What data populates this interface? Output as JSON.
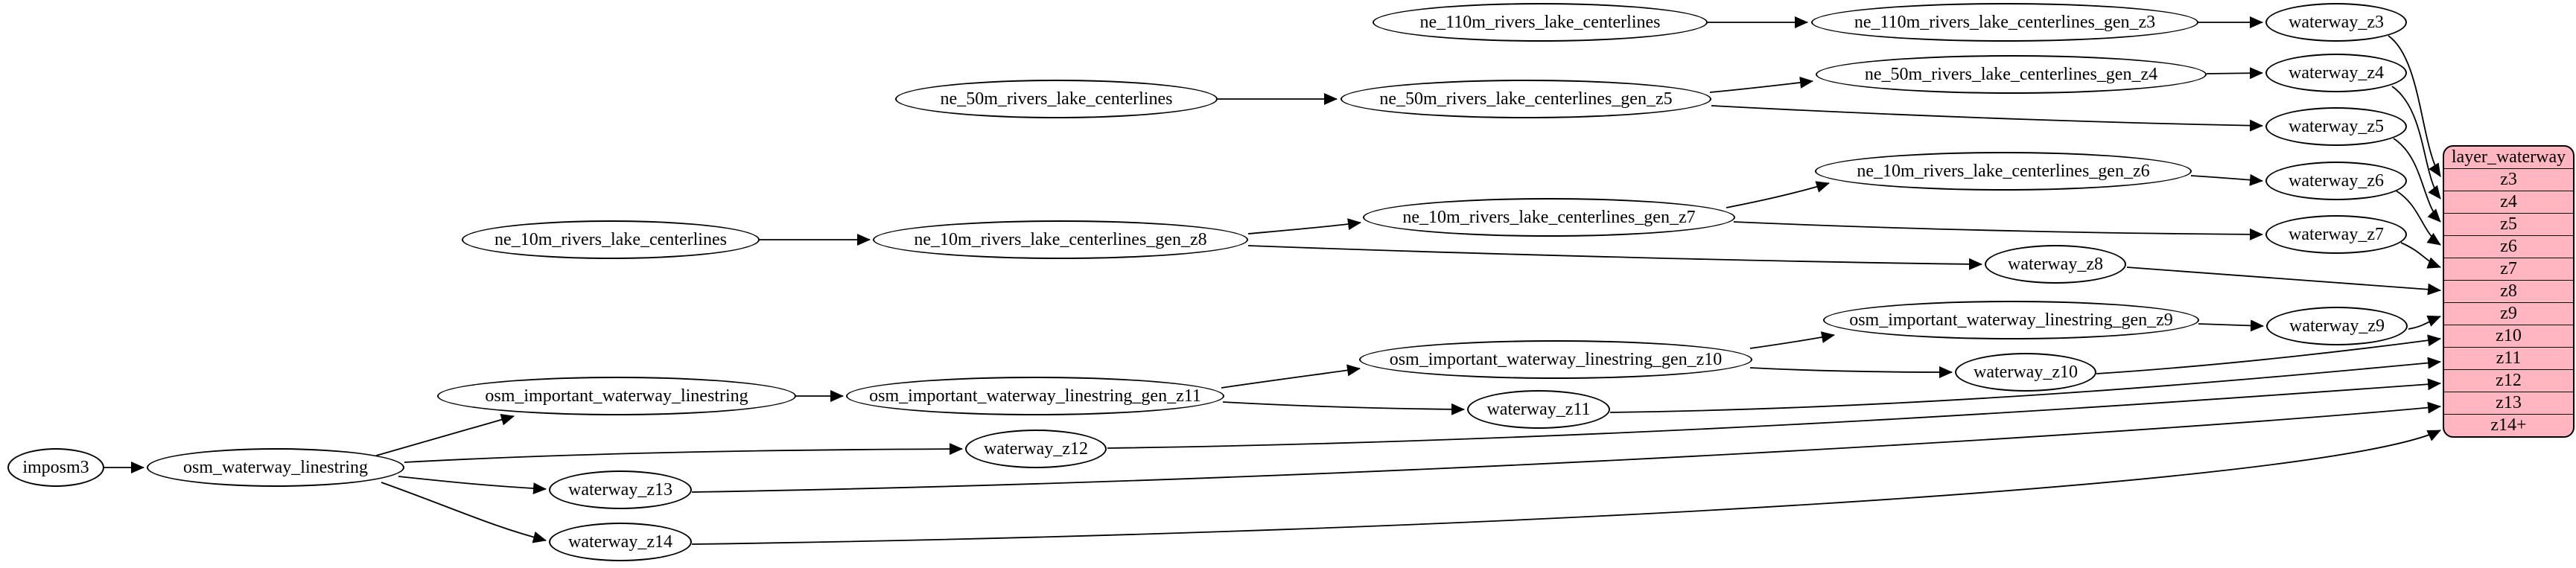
{
  "colors": {
    "record_fill": "#ffb6c1",
    "node_fill": "#ffffff",
    "stroke": "#000000"
  },
  "nodes": {
    "imposm3": "imposm3",
    "osm_waterway_linestring": "osm_waterway_linestring",
    "osm_important_waterway_linestring": "osm_important_waterway_linestring",
    "osm_important_waterway_linestring_gen_z11": "osm_important_waterway_linestring_gen_z11",
    "osm_important_waterway_linestring_gen_z10": "osm_important_waterway_linestring_gen_z10",
    "osm_important_waterway_linestring_gen_z9": "osm_important_waterway_linestring_gen_z9",
    "ne_110m_rivers_lake_centerlines": "ne_110m_rivers_lake_centerlines",
    "ne_110m_rivers_lake_centerlines_gen_z3": "ne_110m_rivers_lake_centerlines_gen_z3",
    "ne_50m_rivers_lake_centerlines": "ne_50m_rivers_lake_centerlines",
    "ne_50m_rivers_lake_centerlines_gen_z5": "ne_50m_rivers_lake_centerlines_gen_z5",
    "ne_50m_rivers_lake_centerlines_gen_z4": "ne_50m_rivers_lake_centerlines_gen_z4",
    "ne_10m_rivers_lake_centerlines": "ne_10m_rivers_lake_centerlines",
    "ne_10m_rivers_lake_centerlines_gen_z8": "ne_10m_rivers_lake_centerlines_gen_z8",
    "ne_10m_rivers_lake_centerlines_gen_z7": "ne_10m_rivers_lake_centerlines_gen_z7",
    "ne_10m_rivers_lake_centerlines_gen_z6": "ne_10m_rivers_lake_centerlines_gen_z6",
    "waterway_z3": "waterway_z3",
    "waterway_z4": "waterway_z4",
    "waterway_z5": "waterway_z5",
    "waterway_z6": "waterway_z6",
    "waterway_z7": "waterway_z7",
    "waterway_z8": "waterway_z8",
    "waterway_z9": "waterway_z9",
    "waterway_z10": "waterway_z10",
    "waterway_z11": "waterway_z11",
    "waterway_z12": "waterway_z12",
    "waterway_z13": "waterway_z13",
    "waterway_z14": "waterway_z14"
  },
  "record": {
    "header": "layer_waterway",
    "rows": [
      "z3",
      "z4",
      "z5",
      "z6",
      "z7",
      "z8",
      "z9",
      "z10",
      "z11",
      "z12",
      "z13",
      "z14+"
    ]
  },
  "edges": [
    [
      "imposm3",
      "osm_waterway_linestring"
    ],
    [
      "osm_waterway_linestring",
      "osm_important_waterway_linestring"
    ],
    [
      "osm_waterway_linestring",
      "waterway_z12"
    ],
    [
      "osm_waterway_linestring",
      "waterway_z13"
    ],
    [
      "osm_waterway_linestring",
      "waterway_z14"
    ],
    [
      "osm_important_waterway_linestring",
      "osm_important_waterway_linestring_gen_z11"
    ],
    [
      "osm_important_waterway_linestring_gen_z11",
      "osm_important_waterway_linestring_gen_z10"
    ],
    [
      "osm_important_waterway_linestring_gen_z11",
      "waterway_z11"
    ],
    [
      "osm_important_waterway_linestring_gen_z10",
      "osm_important_waterway_linestring_gen_z9"
    ],
    [
      "osm_important_waterway_linestring_gen_z10",
      "waterway_z10"
    ],
    [
      "osm_important_waterway_linestring_gen_z9",
      "waterway_z9"
    ],
    [
      "ne_110m_rivers_lake_centerlines",
      "ne_110m_rivers_lake_centerlines_gen_z3"
    ],
    [
      "ne_110m_rivers_lake_centerlines_gen_z3",
      "waterway_z3"
    ],
    [
      "ne_50m_rivers_lake_centerlines",
      "ne_50m_rivers_lake_centerlines_gen_z5"
    ],
    [
      "ne_50m_rivers_lake_centerlines_gen_z5",
      "ne_50m_rivers_lake_centerlines_gen_z4"
    ],
    [
      "ne_50m_rivers_lake_centerlines_gen_z5",
      "waterway_z5"
    ],
    [
      "ne_50m_rivers_lake_centerlines_gen_z4",
      "waterway_z4"
    ],
    [
      "ne_10m_rivers_lake_centerlines",
      "ne_10m_rivers_lake_centerlines_gen_z8"
    ],
    [
      "ne_10m_rivers_lake_centerlines_gen_z8",
      "ne_10m_rivers_lake_centerlines_gen_z7"
    ],
    [
      "ne_10m_rivers_lake_centerlines_gen_z8",
      "waterway_z8"
    ],
    [
      "ne_10m_rivers_lake_centerlines_gen_z7",
      "ne_10m_rivers_lake_centerlines_gen_z6"
    ],
    [
      "ne_10m_rivers_lake_centerlines_gen_z7",
      "waterway_z7"
    ],
    [
      "ne_10m_rivers_lake_centerlines_gen_z6",
      "waterway_z6"
    ],
    [
      "waterway_z3",
      "layer_waterway.z3"
    ],
    [
      "waterway_z4",
      "layer_waterway.z4"
    ],
    [
      "waterway_z5",
      "layer_waterway.z5"
    ],
    [
      "waterway_z6",
      "layer_waterway.z6"
    ],
    [
      "waterway_z7",
      "layer_waterway.z7"
    ],
    [
      "waterway_z8",
      "layer_waterway.z8"
    ],
    [
      "waterway_z9",
      "layer_waterway.z9"
    ],
    [
      "waterway_z10",
      "layer_waterway.z10"
    ],
    [
      "waterway_z11",
      "layer_waterway.z11"
    ],
    [
      "waterway_z12",
      "layer_waterway.z12"
    ],
    [
      "waterway_z13",
      "layer_waterway.z13"
    ],
    [
      "waterway_z14",
      "layer_waterway.z14+"
    ]
  ]
}
